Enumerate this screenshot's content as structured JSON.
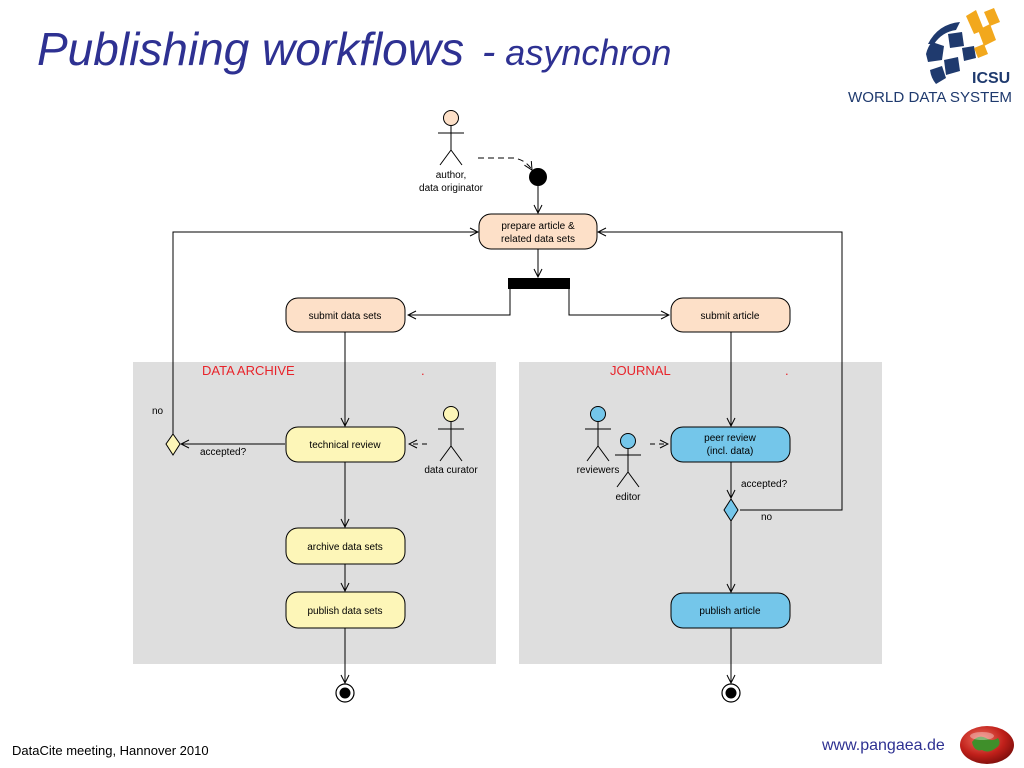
{
  "title": {
    "main": "Publishing workflows",
    "dash": "-",
    "sub": "asynchron"
  },
  "logo": {
    "line1": "ICSU",
    "line2": "WORLD DATA SYSTEM"
  },
  "footer": {
    "left": "DataCite meeting, Hannover 2010",
    "url": "www.pangaea.de"
  },
  "lanes": {
    "archive": "DATA ARCHIVE",
    "journal": "JOURNAL",
    "archive_dot": ".",
    "journal_dot": "."
  },
  "actors": {
    "author": {
      "line1": "author,",
      "line2": "data originator",
      "color": "#fde0c8"
    },
    "curator": {
      "label": "data curator",
      "color": "#fdf6b8"
    },
    "reviewers": {
      "label": "reviewers",
      "color": "#74c6ea"
    },
    "editor": {
      "label": "editor",
      "color": "#74c6ea"
    }
  },
  "activities": {
    "prepare": {
      "line1": "prepare article &",
      "line2": "related data sets"
    },
    "submit_data": "submit data sets",
    "submit_article": "submit article",
    "technical_review": "technical review",
    "archive": "archive data sets",
    "publish_data": "publish data sets",
    "peer_review": {
      "line1": "peer review",
      "line2": "(incl. data)"
    },
    "publish_article": "publish article"
  },
  "decisions": {
    "archive_question": "accepted?",
    "archive_no": "no",
    "journal_question": "accepted?",
    "journal_no": "no"
  },
  "colors": {
    "title": "#2e3192",
    "orange_fill": "#fde0c8",
    "yellow_fill": "#fdf6b8",
    "blue_fill": "#74c6ea",
    "lane_bg": "#dedede",
    "lane_title": "#e8232a"
  }
}
